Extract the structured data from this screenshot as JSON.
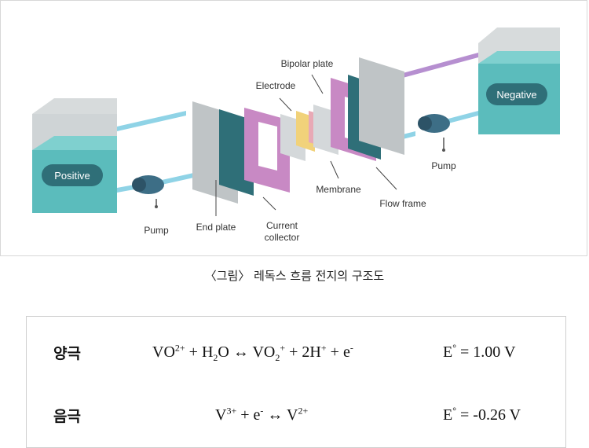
{
  "diagram": {
    "labels": {
      "positive": "Positive",
      "negative": "Negative",
      "pump_left": "Pump",
      "pump_right": "Pump",
      "end_plate": "End plate",
      "current_collector_1": "Current",
      "current_collector_2": "collector",
      "electrode": "Electrode",
      "bipolar_plate": "Bipolar plate",
      "membrane": "Membrane",
      "flow_frame": "Flow frame"
    },
    "colors": {
      "electrolyte": "#5bbcbc",
      "tank_glass": "#c9cfd1",
      "flow_frame": "#c889c4",
      "collector": "#2f6f78",
      "membrane": "#f1d27a",
      "pipe": "#8fd3e6",
      "pipe_top_right": "#b68fd0"
    }
  },
  "caption": "〈그림〉 레독스 흐름 전지의 구조도",
  "equations": {
    "anode": {
      "name": "양극",
      "parts": {
        "vo": "VO",
        "vo_sup": "2+",
        "plus1": " + H",
        "h2o_sub": "2",
        "o": "O ↔ VO",
        "vo2_sub": "2",
        "vo2_sup": "+",
        "plus2": " + 2H",
        "h_sup": "+",
        "plus3": " + e",
        "e_sup": "-"
      },
      "e_label": "E",
      "e_sup": "°",
      "potential": " = 1.00 V"
    },
    "cathode": {
      "name": "음극",
      "parts": {
        "v": "V",
        "v_sup": "3+",
        "plus": " + e",
        "e_sup": "-",
        "arrow": " ↔ V",
        "v2_sup": "2+"
      },
      "e_label": "E",
      "e_sup": "°",
      "potential": " = -0.26 V"
    }
  }
}
